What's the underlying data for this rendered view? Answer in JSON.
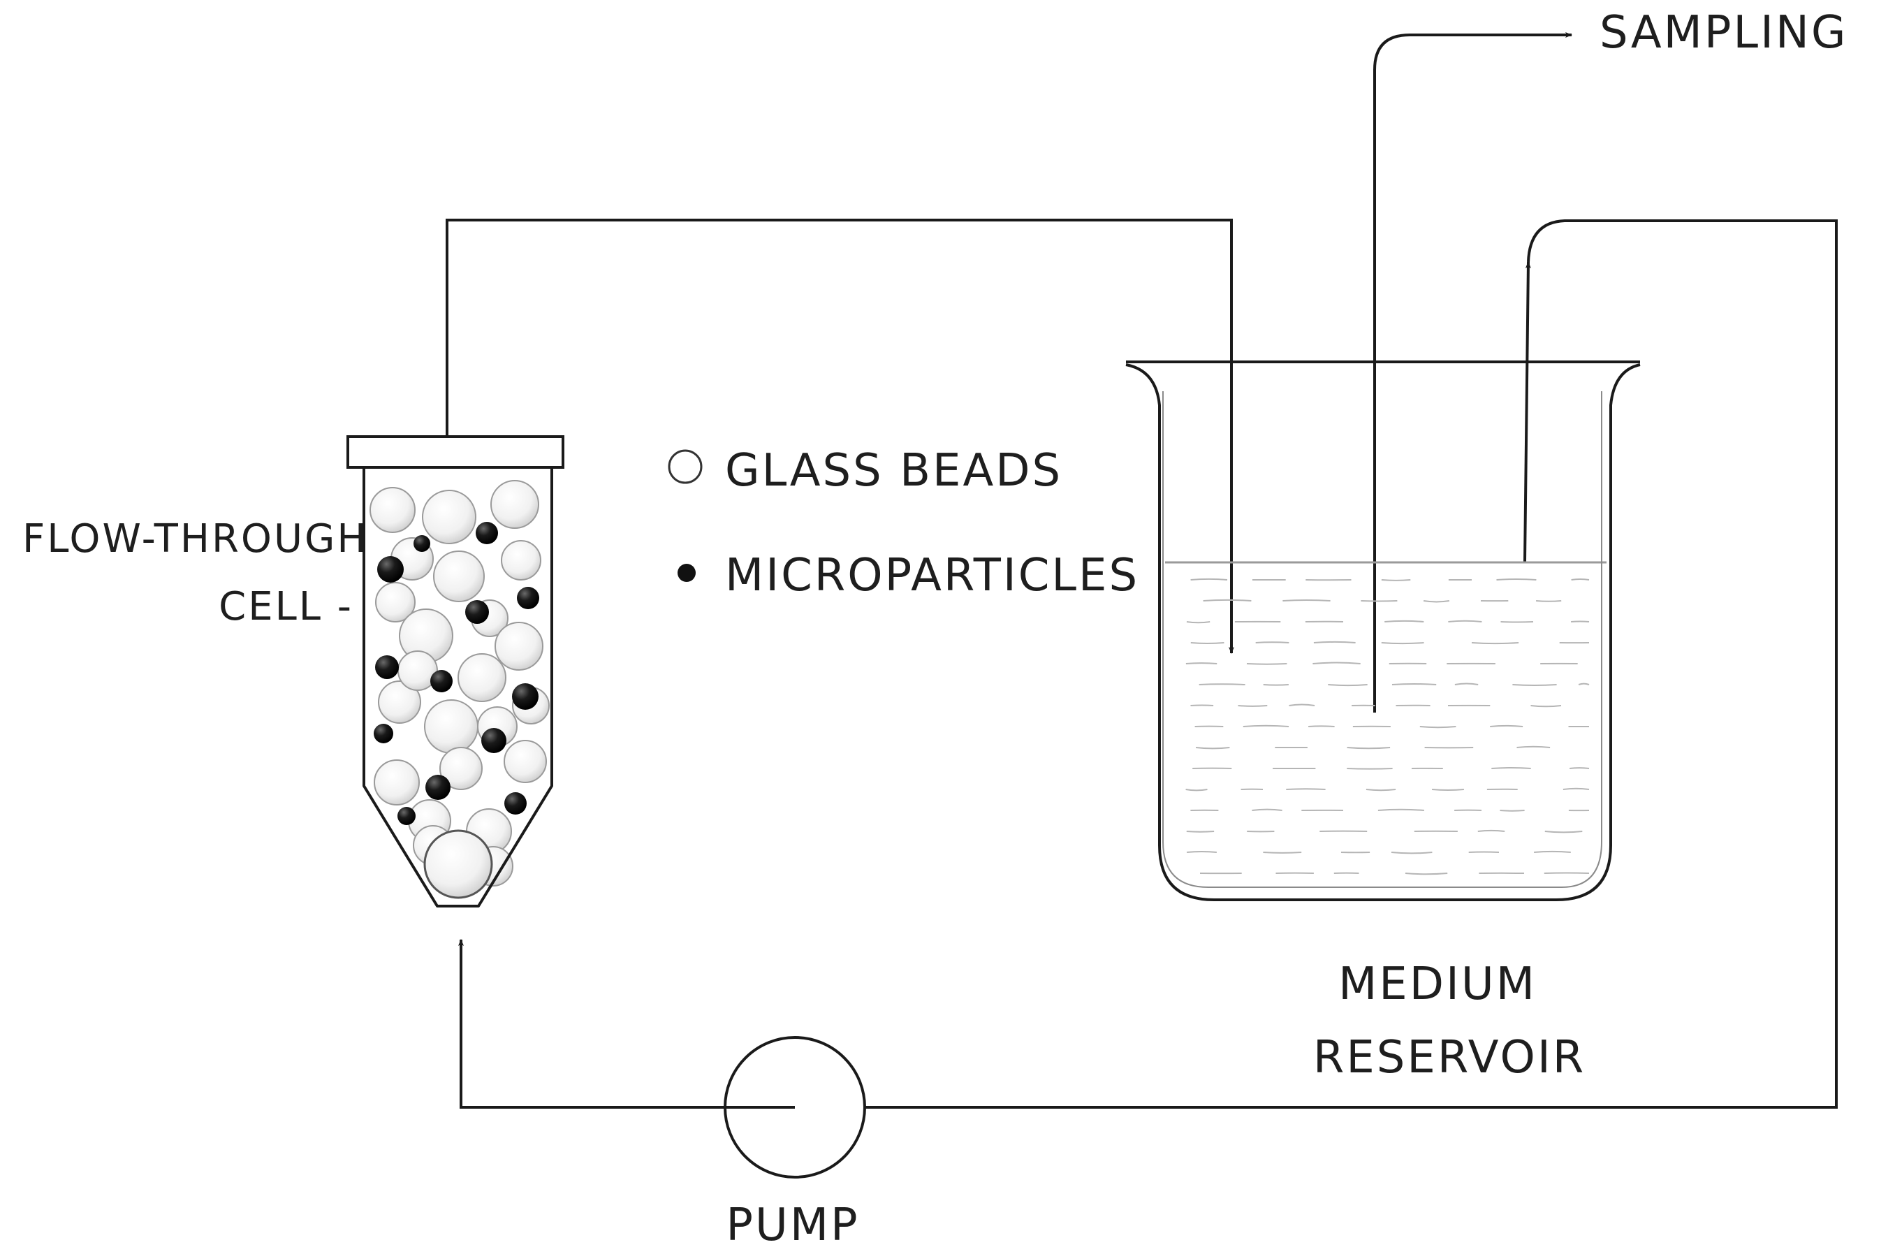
{
  "labels": {
    "sampling": "SAMPLING",
    "flow_through_line1": "FLOW-THROUGH",
    "flow_through_line2": "CELL -",
    "legend_glass_beads": "GLASS BEADS",
    "legend_microparticles": "MICROPARTICLES",
    "medium_line1": "MEDIUM",
    "medium_line2": "RESERVOIR",
    "pump": "PUMP"
  },
  "colors": {
    "line": "#1a1a1a",
    "text": "#1e1e1e",
    "glass_bead_fill": "#f2f2f2",
    "microparticle_fill": "#111111",
    "liquid_level": "#9a9a9a",
    "liquid_texture": "#b5b5b5"
  },
  "icons": {
    "glass_bead": "hollow-circle",
    "microparticle": "filled-circle",
    "pump": "circle-pump-symbol"
  }
}
